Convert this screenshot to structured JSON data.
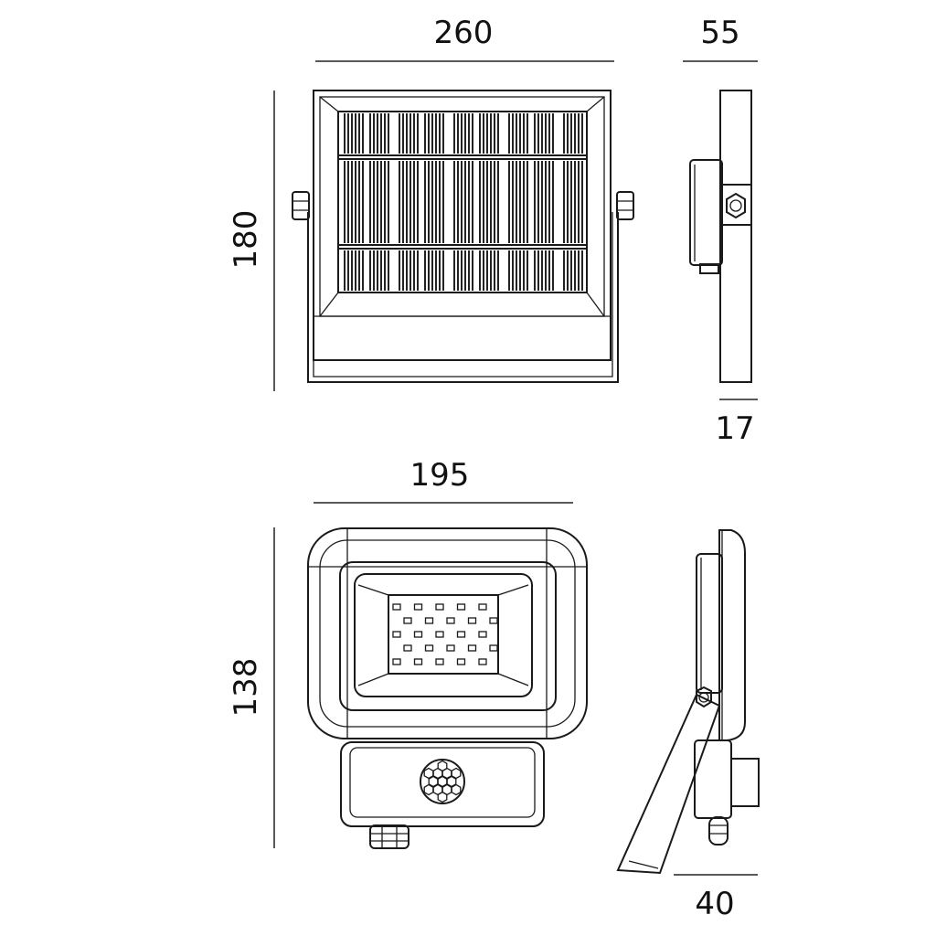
{
  "dimensions": {
    "solar_panel_width": "260",
    "solar_panel_depth": "55",
    "solar_panel_height": "180",
    "solar_panel_plate": "17",
    "floodlight_width": "195",
    "floodlight_height": "138",
    "floodlight_depth": "40"
  },
  "led_grid": {
    "rows": 5,
    "per_row": 5
  },
  "colors": {
    "line": "#1a1a1a",
    "background": "#ffffff"
  }
}
